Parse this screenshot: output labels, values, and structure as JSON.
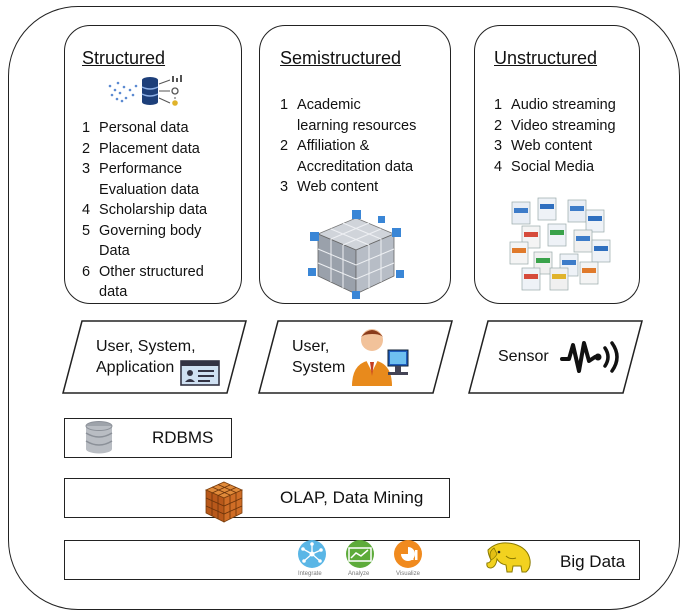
{
  "categories": {
    "structured": {
      "title": "Structured",
      "items": [
        {
          "num": "1",
          "lines": [
            "Personal data"
          ]
        },
        {
          "num": "2",
          "lines": [
            "Placement data"
          ]
        },
        {
          "num": "3",
          "lines": [
            "Performance",
            "Evaluation data"
          ]
        },
        {
          "num": "4",
          "lines": [
            "Scholarship data"
          ]
        },
        {
          "num": "5",
          "lines": [
            "Governing body",
            "Data"
          ]
        },
        {
          "num": "6",
          "lines": [
            "Other structured",
            "data"
          ]
        }
      ]
    },
    "semistructured": {
      "title": "Semistructured",
      "items": [
        {
          "num": "1",
          "lines": [
            "Academic",
            "learning resources"
          ]
        },
        {
          "num": "2",
          "lines": [
            "Affiliation &",
            "Accreditation data"
          ]
        },
        {
          "num": "3",
          "lines": [
            "Web content"
          ]
        }
      ]
    },
    "unstructured": {
      "title": "Unstructured",
      "items": [
        {
          "num": "1",
          "lines": [
            "Audio streaming"
          ]
        },
        {
          "num": "2",
          "lines": [
            "Video streaming"
          ]
        },
        {
          "num": "3",
          "lines": [
            "Web content"
          ]
        },
        {
          "num": "4",
          "lines": [
            "Social Media"
          ]
        }
      ]
    }
  },
  "sources": {
    "user_system_application": {
      "line1": "User, System,",
      "line2": "Application"
    },
    "user_system": {
      "line1": "User,",
      "line2": "System"
    },
    "sensor": {
      "label": "Sensor"
    }
  },
  "layers": {
    "rdbms": "RDBMS",
    "olap": "OLAP, Data Mining",
    "big_data": "Big Data",
    "process_steps": [
      "Integrate",
      "Analyze",
      "Visualize"
    ]
  }
}
